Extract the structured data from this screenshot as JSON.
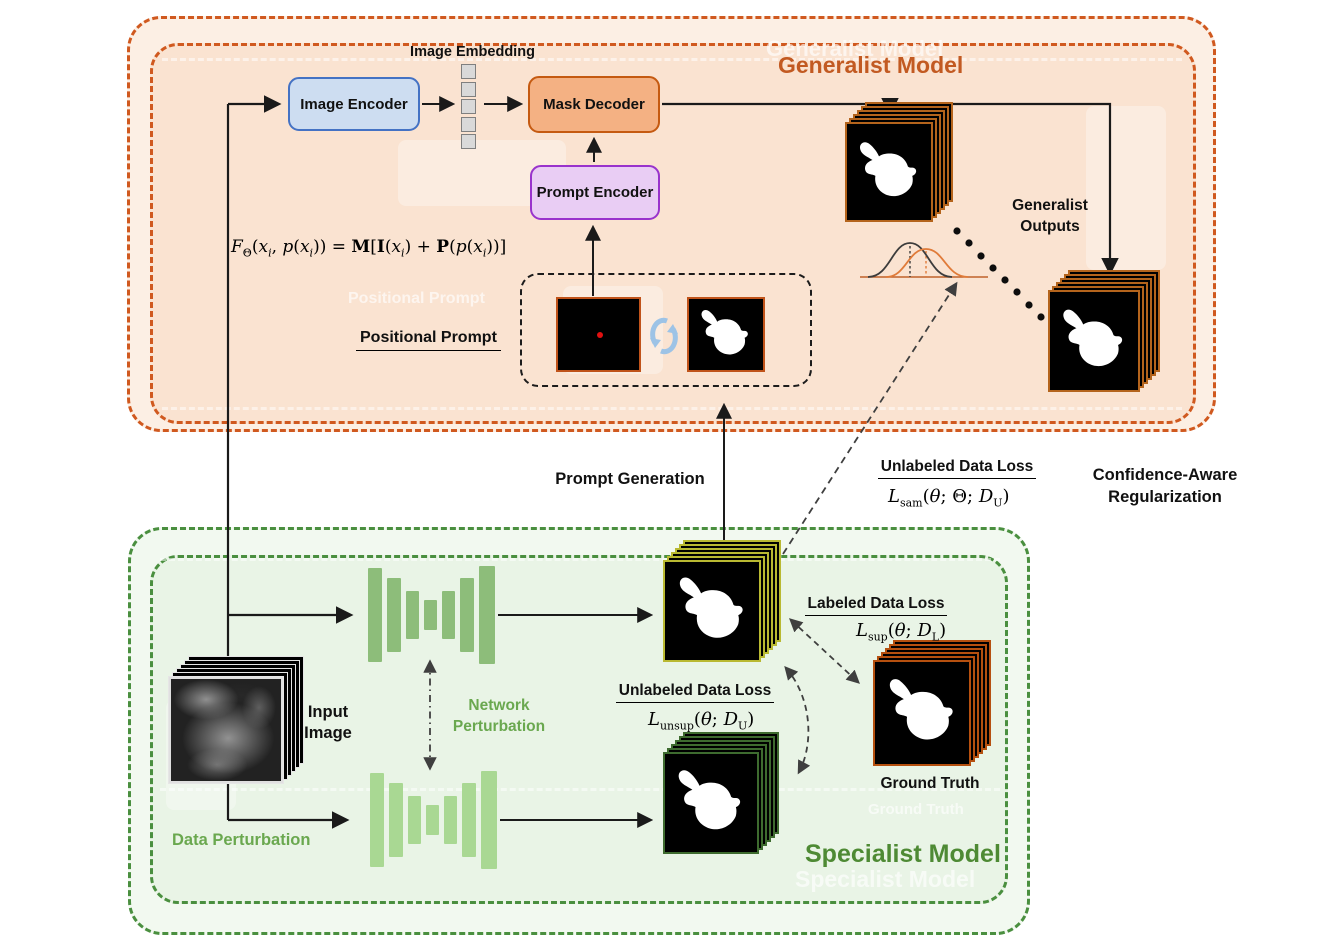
{
  "colors": {
    "generalist_accent": "#C25A22",
    "generalist_border": "#D0591F",
    "generalist_fill": "#FAE3D1",
    "specialist_accent": "#4E8A34",
    "specialist_border": "#4A8F3F",
    "specialist_fill": "#E9F4E6",
    "perturbation_text": "#6AA84F",
    "encoder_fill": "#CDDDF1",
    "encoder_border": "#4472C4",
    "decoder_fill": "#F4B183",
    "decoder_border": "#C55A11",
    "prompt_fill": "#E9CDF4",
    "prompt_border": "#9933CC",
    "unet_top": "#8DBD7A",
    "unet_bottom": "#A9D893",
    "stack_generalist_edge": "#B4641C",
    "stack_specialist_top_edge": "#B9B932",
    "stack_specialist_bottom_edge": "#3E6B2F",
    "stack_ground_truth_edge": "#B5500F",
    "cycle_icon_blue": "#9DC3E6"
  },
  "generalist": {
    "title": "Generalist Model",
    "image_embedding_label": "Image Embedding",
    "image_encoder_label": "Image Encoder",
    "mask_decoder_label": "Mask Decoder",
    "prompt_encoder_label": "Prompt Encoder",
    "formula_html": "<i>F</i><sub>Θ</sub>(<i>x<sub>i</sub></i>, <i>p</i>(<i>x<sub>i</sub></i>)) = <b>M</b>[<b>I</b>(<i>x<sub>i</sub></i>) + <b>P</b>(<i>p</i>(<i>x<sub>i</sub></i>))]",
    "positional_prompt_label": "Positional Prompt",
    "outputs_label": "Generalist Outputs",
    "prompt_generation_label": "Prompt Generation",
    "unlabeled_loss": {
      "label": "Unlabeled Data Loss",
      "formula_html": "<i>L</i><sub>sam</sub>(<i>θ</i>; Θ; <i>D</i><sub>U</sub>)"
    },
    "confidence_label": "Confidence-Aware Regularization"
  },
  "specialist": {
    "title": "Specialist Model",
    "input_image_label": "Input Image",
    "network_perturbation_label": "Network Perturbation",
    "data_perturbation_label": "Data Perturbation",
    "unlabeled_loss": {
      "label": "Unlabeled Data Loss",
      "formula_html": "<i>L</i><sub>unsup</sub>(<i>θ</i>; <i>D</i><sub>U</sub>)"
    },
    "labeled_loss": {
      "label": "Labeled Data Loss",
      "formula_html": "<i>L</i><sub>sup</sub>(<i>θ</i>; <i>D</i><sub>L</sub>)"
    },
    "ground_truth_label": "Ground Truth"
  }
}
